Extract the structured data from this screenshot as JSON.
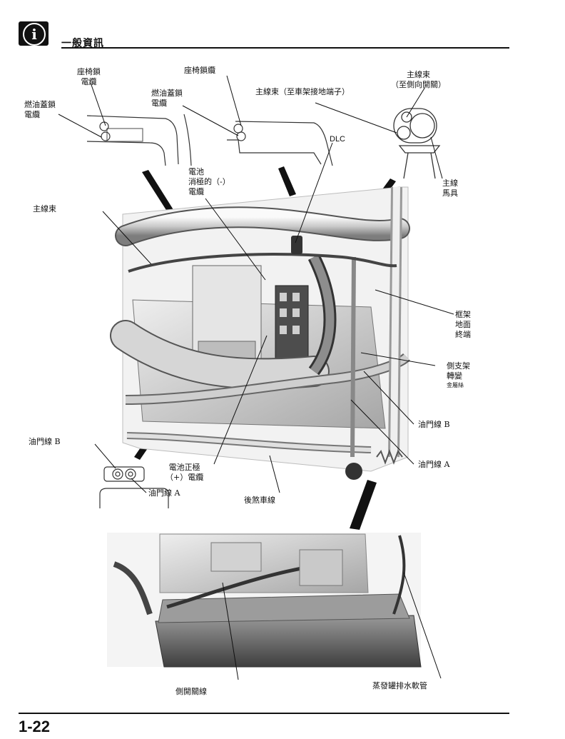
{
  "header": {
    "section_title": "一般資訊",
    "icon": "info-icon"
  },
  "page_number": "1-22",
  "labels": {
    "seat_lock_cable_l1": "座椅鎖",
    "seat_lock_cable_l2": "電纜",
    "seat_lock_cable_top": "座椅鎖纜",
    "fuel_lid_lock_cable_l1": "燃油蓋鎖",
    "fuel_lid_lock_cable_l2": "電纜",
    "fuel_lid_lock_mid_l1": "燃油蓋鎖",
    "fuel_lid_lock_mid_l2": "電纜",
    "main_harness_frame_ground": "主線束（至車架接地端子）",
    "main_harness_side_l1": "主線束",
    "main_harness_side_l2": "（至側向開關）",
    "dlc": "DLC",
    "main_harness_left": "主線束",
    "main_wire_l1": "主線",
    "main_wire_l2": "馬具",
    "battery_neg_l1": "電池",
    "battery_neg_l2": "消極的（-）",
    "battery_neg_l3": "電纜",
    "frame_ground_l1": "框架",
    "frame_ground_l2": "地面",
    "frame_ground_l3": "終端",
    "side_stand_l1": "側支架",
    "side_stand_l2": "轉變",
    "side_stand_l3": "金屬絲",
    "throttle_b_right": "油門線 B",
    "throttle_a_right": "油門線 A",
    "throttle_b_left": "油門線 B",
    "throttle_a_left": "油門線 A",
    "battery_pos_l1": "電池正極",
    "battery_pos_l2": "（+）電纜",
    "rear_brake_cable": "後煞車線",
    "side_switch_wire": "側開關線",
    "evap_drain_tube": "蒸發罐排水軟管"
  }
}
